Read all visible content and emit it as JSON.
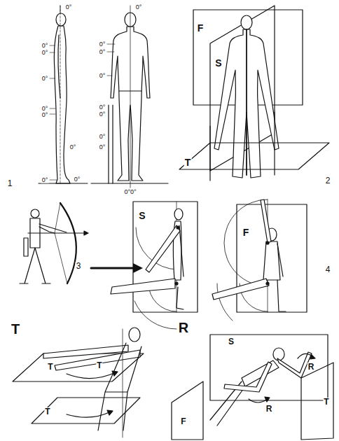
{
  "diagram": {
    "labels": [
      "0°",
      "0°",
      "0°",
      "0°",
      "0°",
      "0°",
      "0°",
      "0°",
      "0°",
      "0°",
      "0°",
      "0°",
      "0°",
      "0°",
      "0°",
      "0°",
      "0°",
      "0°0°",
      "1",
      "F",
      "S",
      "T",
      "2",
      "3",
      "S",
      "F",
      "4",
      "T",
      "T",
      "T",
      "T",
      "R",
      "S",
      "R",
      "R",
      "F",
      "T"
    ]
  }
}
